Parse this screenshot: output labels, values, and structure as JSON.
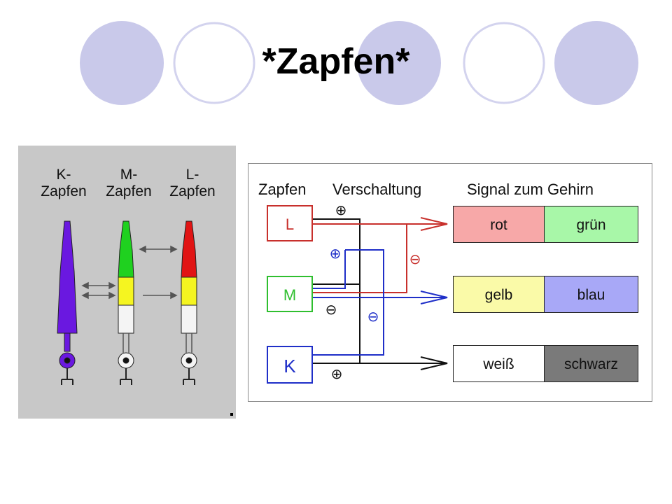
{
  "slide": {
    "title": "*Zapfen*",
    "colors": {
      "deco_fill": "#c9c9ea",
      "deco_ring": "#d3d3ee"
    }
  },
  "cone_figure": {
    "labels": [
      {
        "line1": "K-",
        "line2": "Zapfen"
      },
      {
        "line1": "M-",
        "line2": "Zapfen"
      },
      {
        "line1": "L-",
        "line2": "Zapfen"
      }
    ],
    "colors": {
      "k": "#6a18e0",
      "m_top": "#1fd11f",
      "l_top": "#e11414",
      "yellow": "#f5f520",
      "white": "#f4f4f4"
    }
  },
  "circuit": {
    "headers": {
      "zapfen": "Zapfen",
      "verschaltung": "Verschaltung",
      "signal": "Signal zum Gehirn"
    },
    "cones": [
      {
        "label": "L",
        "color": "#c8302c"
      },
      {
        "label": "M",
        "color": "#2fbf2f"
      },
      {
        "label": "K",
        "color": "#1f2fc8"
      }
    ],
    "signals": [
      {
        "left": "rot",
        "left_color": "#f7a8a8",
        "right": "grün",
        "right_color": "#a8f7a8"
      },
      {
        "left": "gelb",
        "left_color": "#fafaa8",
        "right": "blau",
        "right_color": "#a8a8f7"
      },
      {
        "left": "weiß",
        "left_color": "#ffffff",
        "right": "schwarz",
        "right_color": "#7a7a7a"
      }
    ],
    "symbols": {
      "plus": "⊕",
      "minus": "⊖"
    },
    "wire_colors": {
      "red": "#c8302c",
      "blue": "#1f2fc8",
      "black": "#111111"
    }
  }
}
